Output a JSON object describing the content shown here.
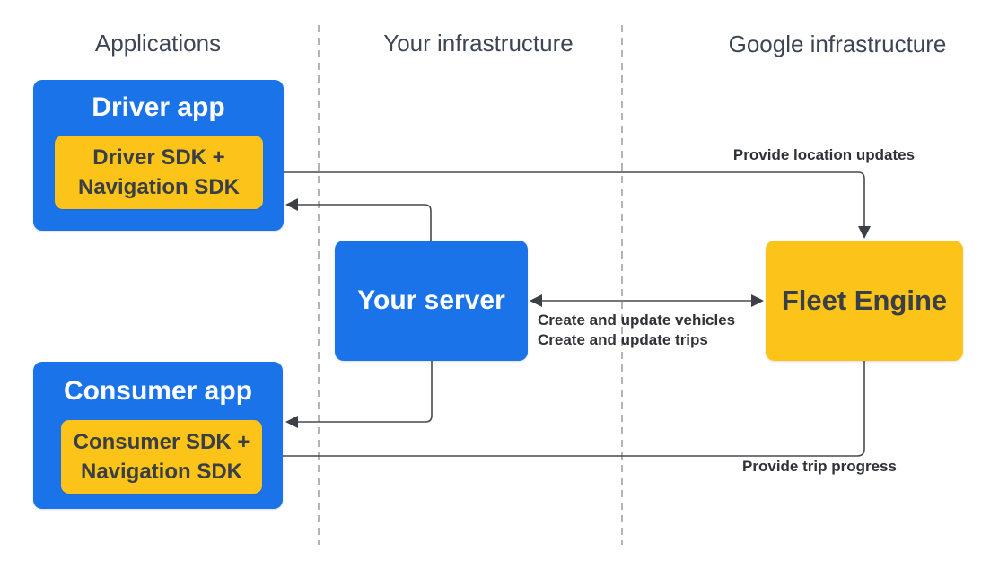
{
  "columns": [
    {
      "label": "Applications"
    },
    {
      "label": "Your infrastructure"
    },
    {
      "label": "Google infrastructure"
    }
  ],
  "nodes": {
    "driver_app": {
      "title": "Driver app",
      "sdk": {
        "line1": "Driver SDK +",
        "line2": "Navigation SDK"
      }
    },
    "your_server": {
      "title": "Your server"
    },
    "fleet_engine": {
      "title": "Fleet Engine"
    },
    "consumer_app": {
      "title": "Consumer app",
      "sdk": {
        "line1": "Consumer SDK +",
        "line2": "Navigation SDK"
      }
    }
  },
  "edges": {
    "provide_location_updates": {
      "label": "Provide location updates"
    },
    "server_fleet": {
      "line1": "Create and update vehicles",
      "line2": "Create and update trips"
    },
    "provide_trip_progress": {
      "label": "Provide trip progress"
    }
  },
  "colors": {
    "node_blue": "#1a73e8",
    "node_yellow": "#fcc419",
    "connector_line": "#45494e",
    "arrowhead": "#3c4046",
    "dashed_divider": "#989ca1",
    "heading_text": "#3e4655",
    "dark_text": "#3a3e45",
    "edge_label_text": "#2f3237",
    "background": "#ffffff"
  }
}
